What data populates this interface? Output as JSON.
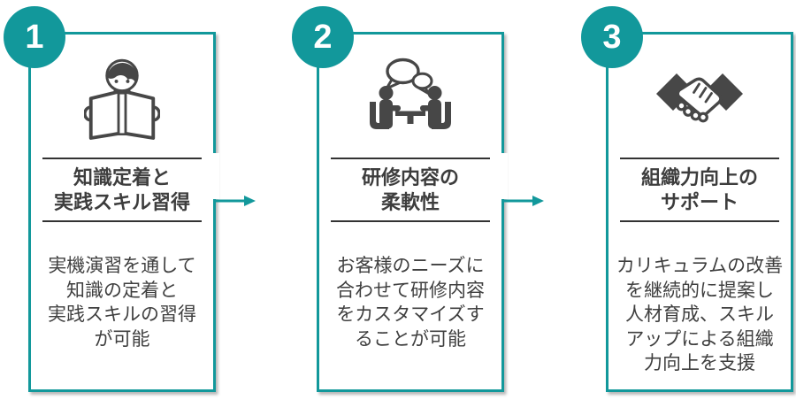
{
  "colors": {
    "accent": "#12989b",
    "text": "#3f3f3f",
    "icon": "#474747",
    "number_text": "#ffffff"
  },
  "steps": [
    {
      "number": "1",
      "icon": "reading-book-icon",
      "title_lines": [
        "知識定着と",
        "実践スキル習得"
      ],
      "body_lines": [
        "実機演習を通して",
        "知識の定着と",
        "実践スキルの習得",
        "が可能"
      ],
      "has_arrow": true
    },
    {
      "number": "2",
      "icon": "discussion-icon",
      "title_lines": [
        "研修内容の",
        "柔軟性"
      ],
      "body_lines": [
        "お客様のニーズに",
        "合わせて研修内容",
        "をカスタマイズす",
        "ることが可能"
      ],
      "has_arrow": true
    },
    {
      "number": "3",
      "icon": "handshake-icon",
      "title_lines": [
        "組織力向上の",
        "サポート"
      ],
      "body_lines": [
        "カリキュラムの改善",
        "を継続的に提案し",
        "人材育成、スキル",
        "アップによる組織",
        "力向上を支援"
      ],
      "has_arrow": false
    }
  ]
}
